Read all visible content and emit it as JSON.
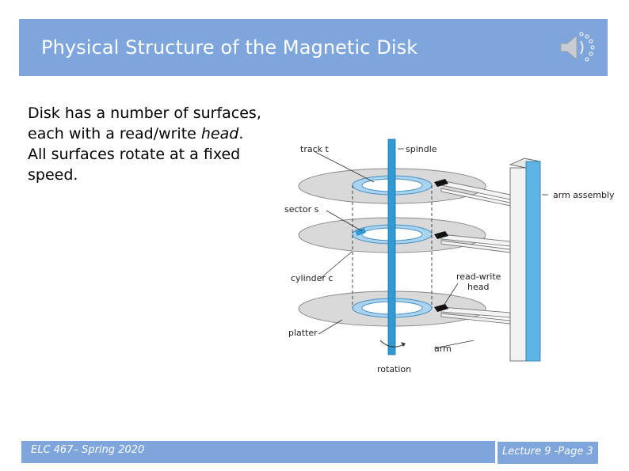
{
  "header": {
    "title": "Physical Structure of the Magnetic Disk"
  },
  "body": {
    "lines": [
      "Disk has a number of surfaces,",
      "each with a read/write ",
      "All surfaces rotate at a fixed",
      "speed."
    ],
    "emphasis": "head",
    "emphasis_suffix": "."
  },
  "diagram": {
    "labels": {
      "track": "track t",
      "spindle": "spindle",
      "arm_assembly": "arm assembly",
      "sector": "sector s",
      "cylinder": "cylinder c",
      "read_write_1": "read-write",
      "read_write_2": "head",
      "platter": "platter",
      "arm": "arm",
      "rotation": "rotation"
    },
    "colors": {
      "spindle": "#2e9bd6",
      "track": "#a9d3ef",
      "platter": "#d9d9d9",
      "arm_assembly": "#5fb4e6"
    }
  },
  "footer": {
    "course": "ELC 467– Spring 2020",
    "page": "Lecture 9 -Page 3"
  },
  "icons": {
    "speaker": "speaker-icon"
  }
}
